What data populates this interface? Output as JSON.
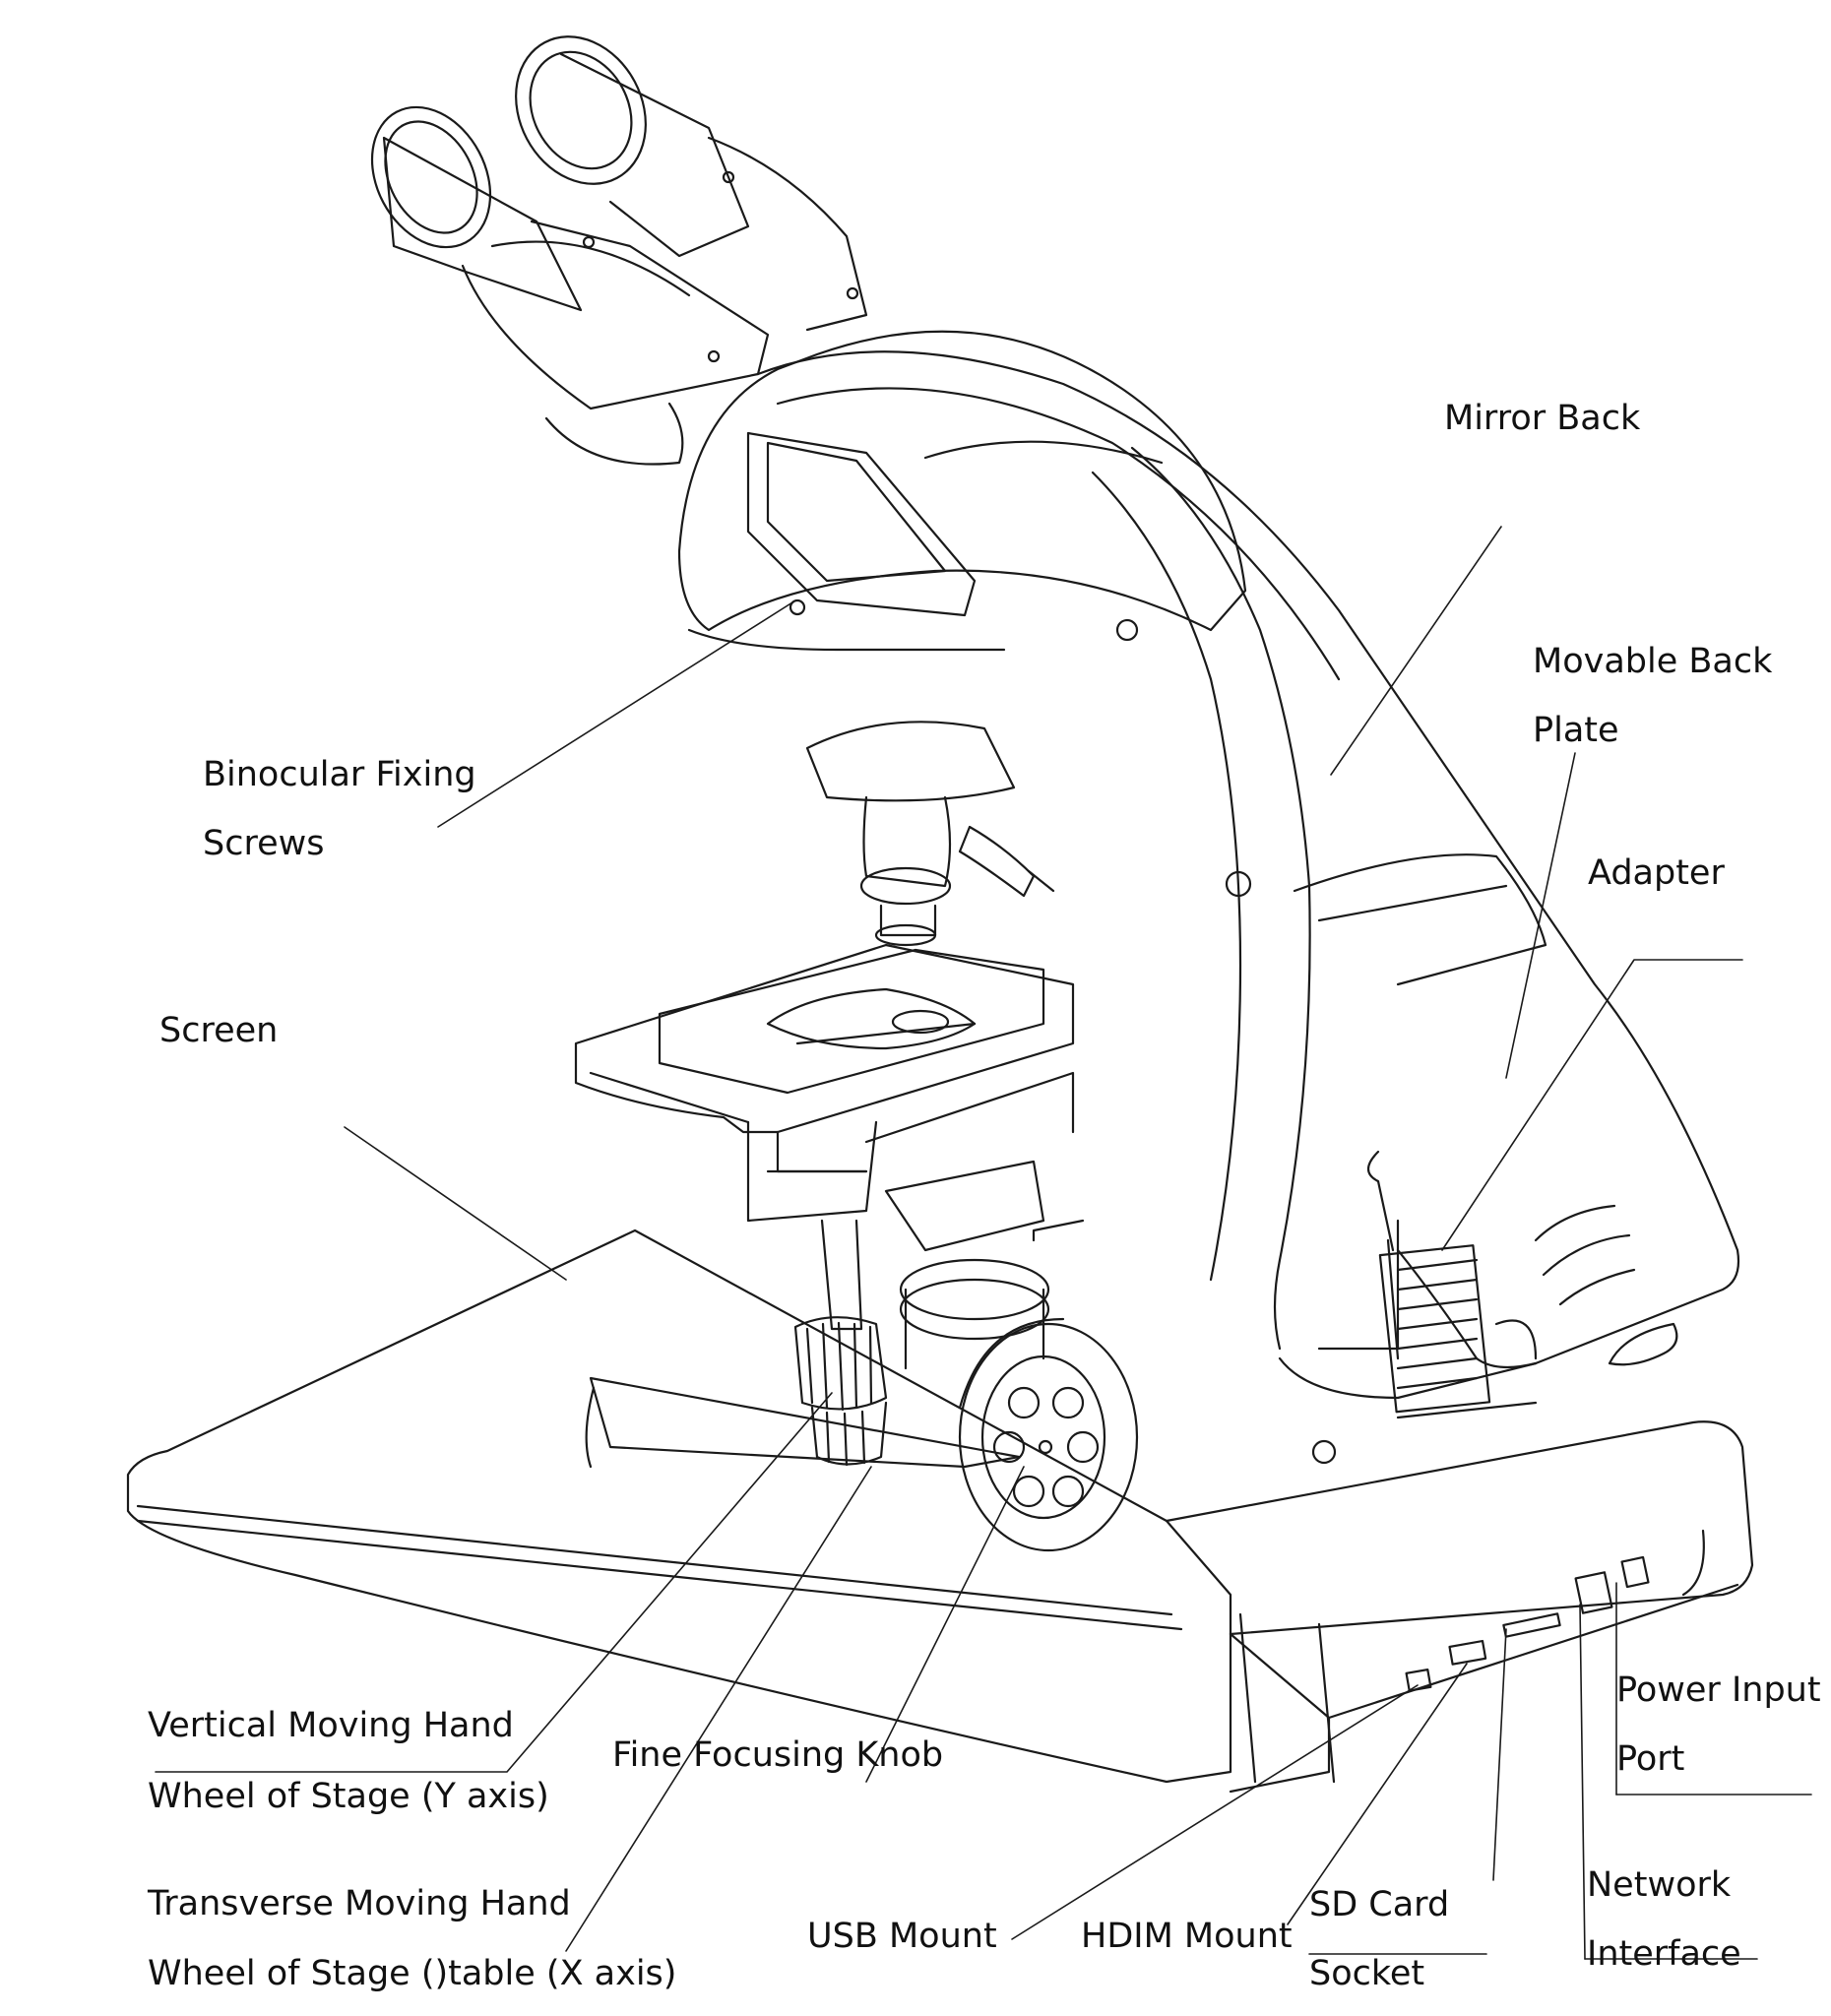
{
  "labels": {
    "mirror_back": "Mirror Back",
    "movable_back_plate_1": "Movable Back",
    "movable_back_plate_2": "Plate",
    "adapter": "Adapter",
    "binocular_fixing_screws_1": "Binocular Fixing",
    "binocular_fixing_screws_2": "Screws",
    "screen": "Screen",
    "vertical_hand_wheel_1": "Vertical Moving Hand",
    "vertical_hand_wheel_2": "Wheel of Stage (Y axis)",
    "fine_focusing_knob": "Fine Focusing Knob",
    "transverse_hand_wheel_1": "Transverse Moving Hand",
    "transverse_hand_wheel_2": "Wheel of Stage ()table (X axis)",
    "usb_mount": "USB Mount",
    "hdim_mount": "HDIM Mount",
    "sd_card_socket_1": "SD Card",
    "sd_card_socket_2": "Socket",
    "network_interface_1": "Network",
    "network_interface_2": "Interface",
    "power_input_port_1": "Power Input",
    "power_input_port_2": "Port"
  },
  "colors": {
    "line": "#1a1a1a",
    "text": "#111111",
    "background": "#ffffff"
  }
}
